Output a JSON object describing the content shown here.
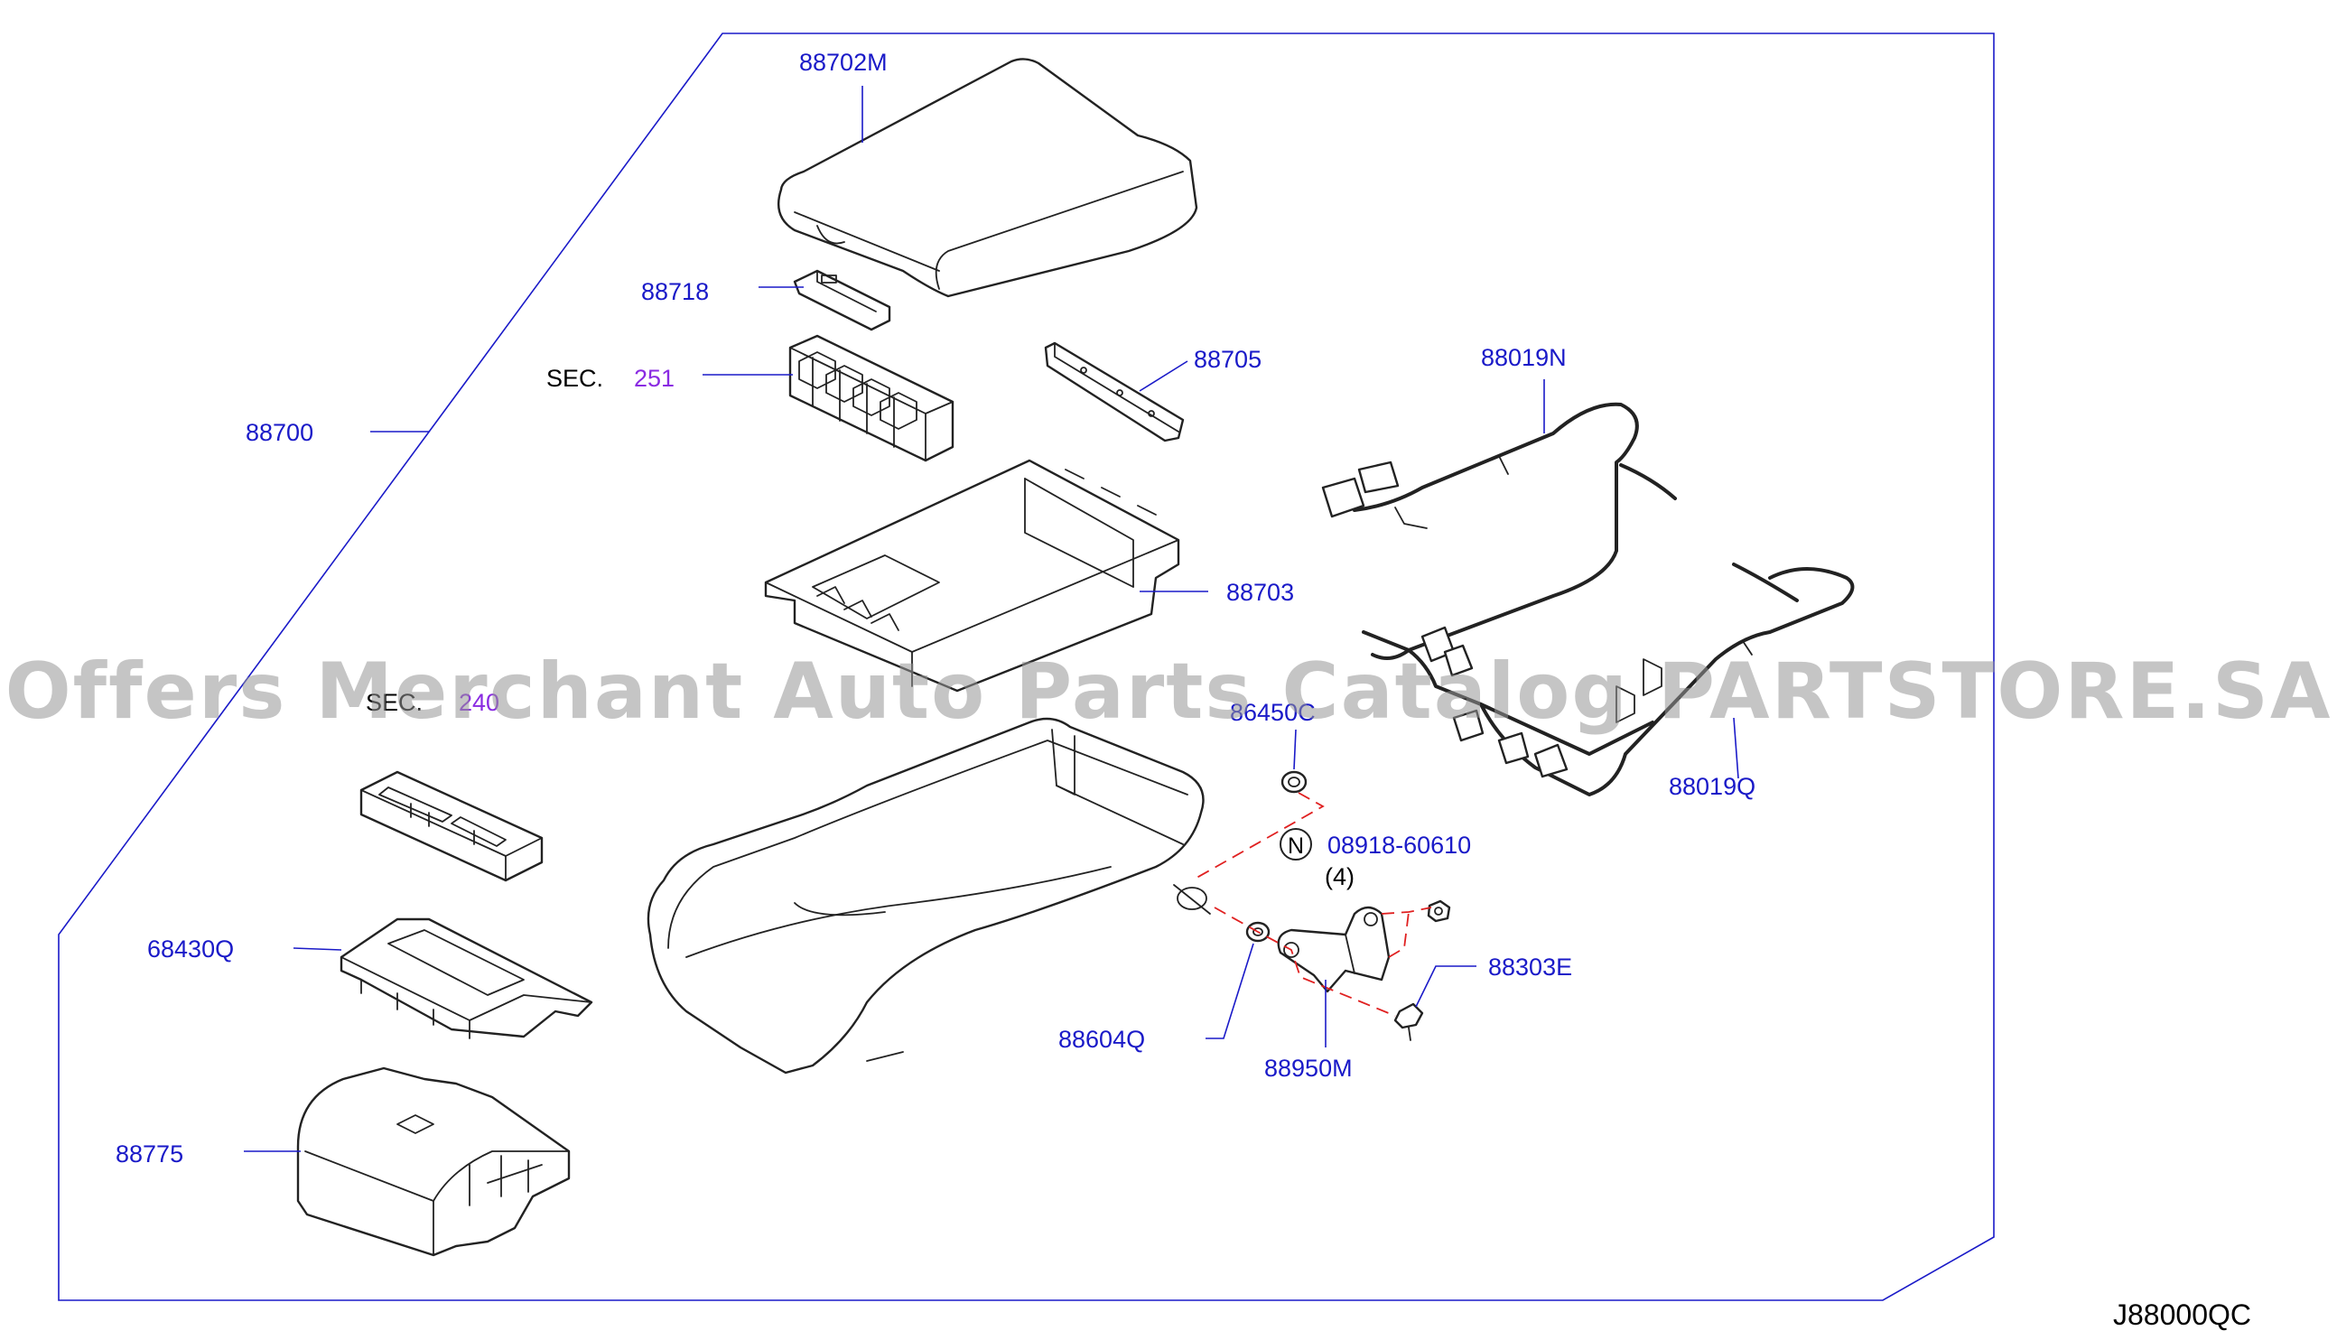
{
  "labels": {
    "p88702M": "88702M",
    "p88718": "88718",
    "p88705": "88705",
    "p88019N": "88019N",
    "p88700": "88700",
    "p88703": "88703",
    "p86450C": "86450C",
    "p88019Q": "88019Q",
    "p08918": "08918-60610",
    "qty4": "(4)",
    "p68430Q": "68430Q",
    "p88303E": "88303E",
    "p88604Q": "88604Q",
    "p88950M": "88950M",
    "p88775": "88775",
    "nut_symbol": "N"
  },
  "sec_refs": [
    {
      "prefix": "SEC.",
      "number": "251"
    },
    {
      "prefix": "SEC.",
      "number": "240"
    }
  ],
  "diagram_code": "J88000QC",
  "watermark": "Offers Merchant Auto Parts Catalog PARTSTORE.SA",
  "colors": {
    "label": "#1a1ac8",
    "sec_number": "#8a2be2",
    "dashed_line": "#e02020",
    "frame": "#1a1ac8"
  }
}
